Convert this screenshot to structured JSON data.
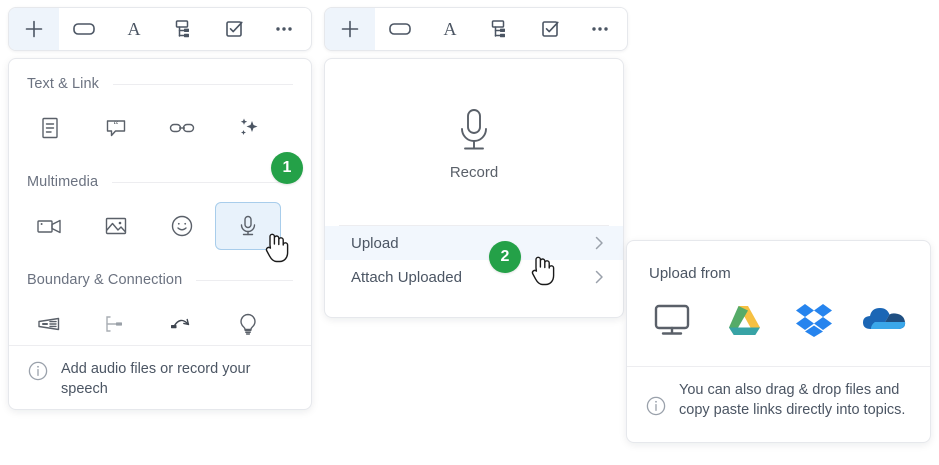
{
  "toolbars": [
    {
      "name": "left-toolbar",
      "buttons": [
        {
          "icon": "plus-icon",
          "label": "Add",
          "active": true
        },
        {
          "icon": "topic-box-icon",
          "label": "Topic",
          "active": false
        },
        {
          "icon": "text-a-icon",
          "label": "Text",
          "active": false
        },
        {
          "icon": "tree-structure-icon",
          "label": "Structure",
          "active": false
        },
        {
          "icon": "checkbox-icon",
          "label": "Task",
          "active": false
        },
        {
          "icon": "more-dots-icon",
          "label": "More",
          "active": false
        }
      ]
    },
    {
      "name": "right-toolbar",
      "buttons": [
        {
          "icon": "plus-icon",
          "label": "Add",
          "active": true
        },
        {
          "icon": "topic-box-icon",
          "label": "Topic",
          "active": false
        },
        {
          "icon": "text-a-icon",
          "label": "Text",
          "active": false
        },
        {
          "icon": "tree-structure-icon",
          "label": "Structure",
          "active": false
        },
        {
          "icon": "checkbox-icon",
          "label": "Task",
          "active": false
        },
        {
          "icon": "more-dots-icon",
          "label": "More",
          "active": false
        }
      ]
    }
  ],
  "insert_panel": {
    "sections": [
      {
        "title": "Text & Link",
        "items": [
          {
            "icon": "note-document-icon",
            "label": "Note"
          },
          {
            "icon": "quote-bubble-icon",
            "label": "Quote"
          },
          {
            "icon": "link-chain-icon",
            "label": "Link"
          },
          {
            "icon": "sparkles-ai-icon",
            "label": "AI"
          }
        ]
      },
      {
        "title": "Multimedia",
        "items": [
          {
            "icon": "video-camera-icon",
            "label": "Video"
          },
          {
            "icon": "image-picture-icon",
            "label": "Image"
          },
          {
            "icon": "smiley-sticker-icon",
            "label": "Sticker"
          },
          {
            "icon": "microphone-icon",
            "label": "Audio",
            "selected": true
          }
        ]
      },
      {
        "title": "Boundary & Connection",
        "items": [
          {
            "icon": "boundary-icon",
            "label": "Boundary"
          },
          {
            "icon": "summary-bracket-icon",
            "label": "Summary"
          },
          {
            "icon": "relationship-arrow-icon",
            "label": "Relationship"
          },
          {
            "icon": "lightbulb-idea-icon",
            "label": "Idea"
          }
        ]
      }
    ],
    "footer": {
      "icon": "info-circle-icon",
      "text": "Add audio files or record your speech"
    }
  },
  "record_panel": {
    "record": {
      "icon": "microphone-icon",
      "label": "Record"
    },
    "menu": [
      {
        "label": "Upload",
        "chevron": "chevron-right-icon",
        "hover": true
      },
      {
        "label": "Attach Uploaded",
        "chevron": "chevron-right-icon",
        "hover": false
      }
    ]
  },
  "upload_panel": {
    "title": "Upload from",
    "sources": [
      {
        "icon": "monitor-computer-icon",
        "label": "Computer"
      },
      {
        "icon": "google-drive-icon",
        "label": "Google Drive"
      },
      {
        "icon": "dropbox-icon",
        "label": "Dropbox"
      },
      {
        "icon": "onedrive-icon",
        "label": "OneDrive"
      }
    ],
    "footer": {
      "icon": "info-circle-icon",
      "text": "You can also drag & drop files and copy paste links directly into topics."
    }
  },
  "badges": [
    {
      "id": "badge-1",
      "number": "1"
    },
    {
      "id": "badge-2",
      "number": "2"
    }
  ],
  "colors": {
    "badge_green": "#24a148",
    "selected_blue_bg": "#e8f2fb",
    "selected_blue_border": "#a8cdeb",
    "hover_blue": "#f2f7fd",
    "icon_gray": "#5a6069",
    "text_gray": "#4b5563",
    "muted_gray": "#6b7280",
    "border_gray": "#e6e8ec"
  }
}
